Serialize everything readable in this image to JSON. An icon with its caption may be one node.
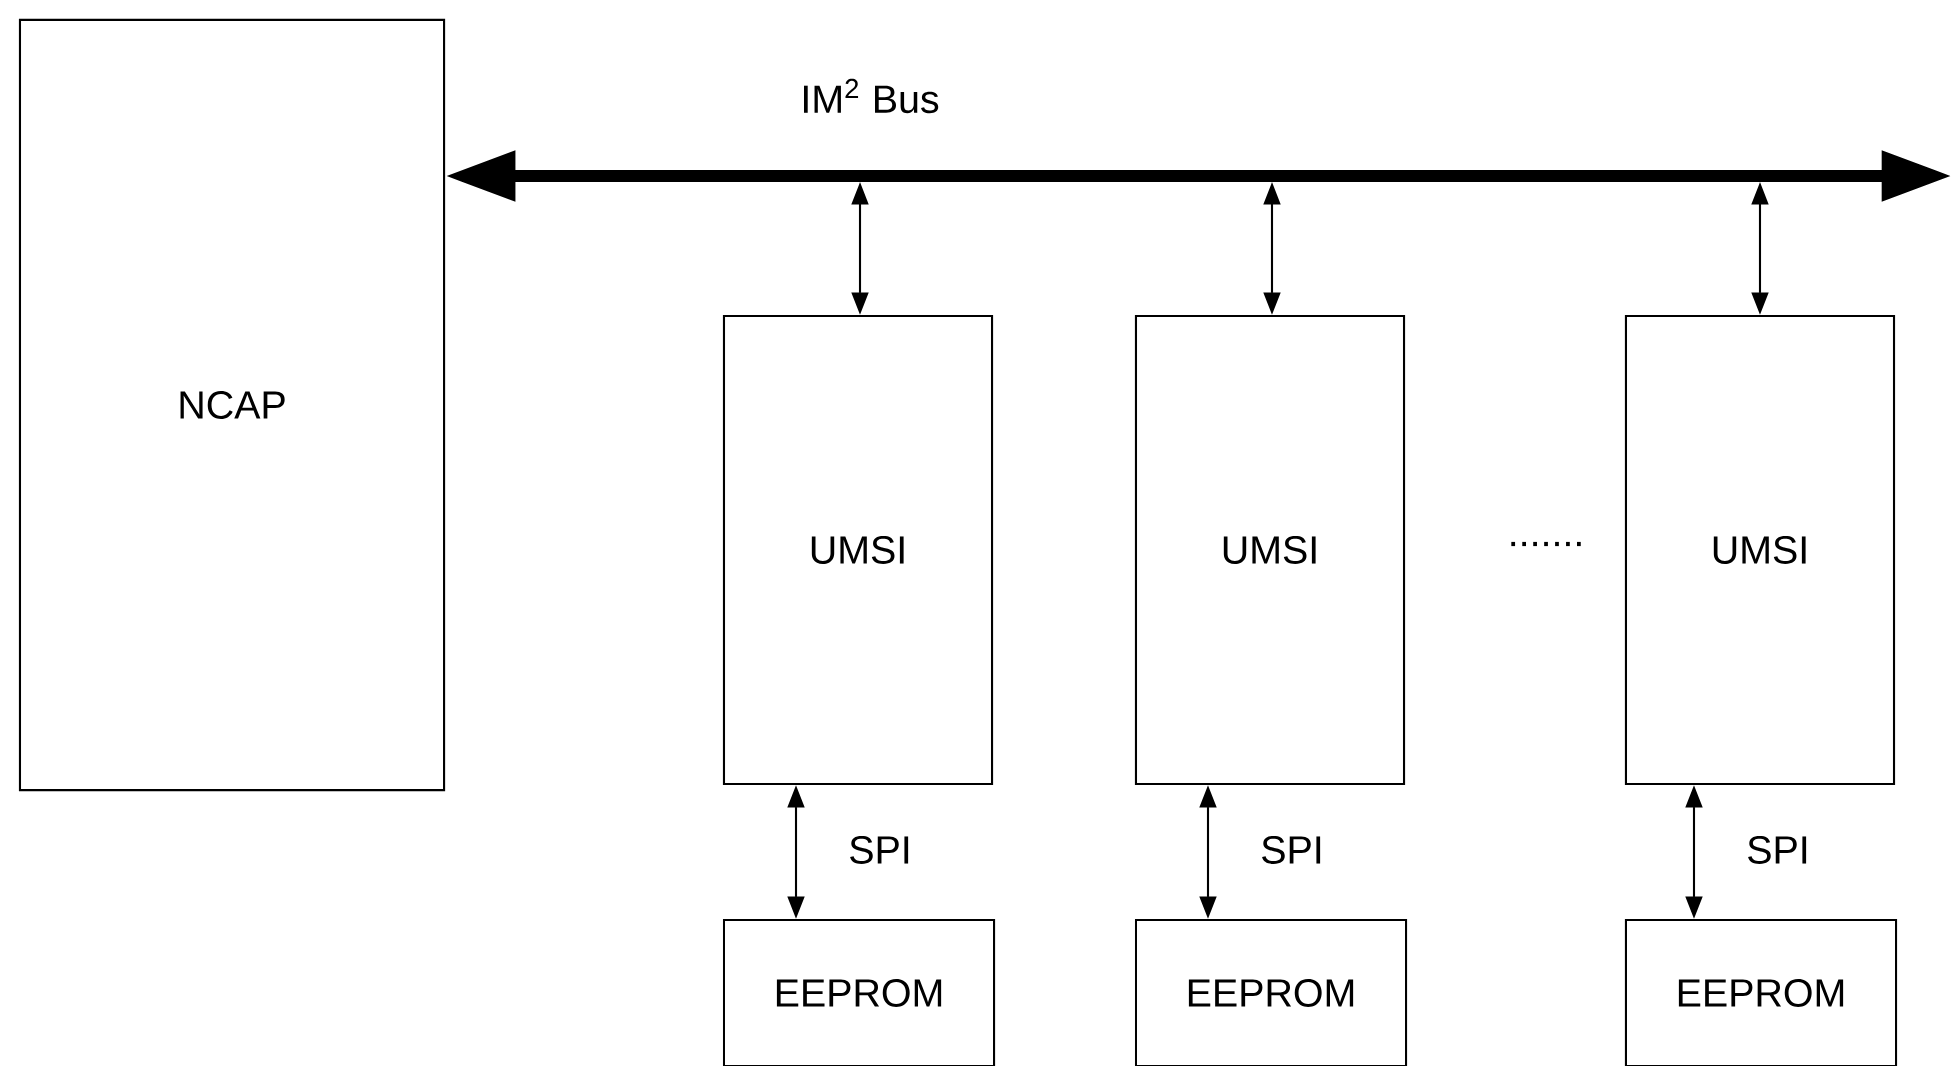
{
  "diagram": {
    "nodes": [
      {
        "text": [
          "NCAP"
        ]
      },
      {
        "text": [
          "UMSI"
        ]
      },
      {
        "text": [
          "UMSI"
        ]
      },
      {
        "text": [
          "UMSI"
        ]
      },
      {
        "text": [
          "EEPROM"
        ]
      },
      {
        "text": [
          "EEPROM"
        ]
      },
      {
        "text": [
          "EEPROM"
        ]
      }
    ],
    "edges": [
      {
        "from": 0,
        "to": null,
        "arrow": "both",
        "style": "thick",
        "label": "IM$^{2}$ Bus"
      },
      {
        "from": null,
        "to": 1,
        "arrow": "both"
      },
      {
        "from": null,
        "to": 2,
        "arrow": "both"
      },
      {
        "from": null,
        "to": 3,
        "arrow": "both"
      },
      {
        "from": 1,
        "to": 4,
        "arrow": "both",
        "label": "SPI"
      },
      {
        "from": 2,
        "to": 5,
        "arrow": "both",
        "label": "SPI"
      },
      {
        "from": 3,
        "to": 6,
        "arrow": "both",
        "label": "SPI"
      }
    ],
    "labels": [
      "......."
    ]
  }
}
